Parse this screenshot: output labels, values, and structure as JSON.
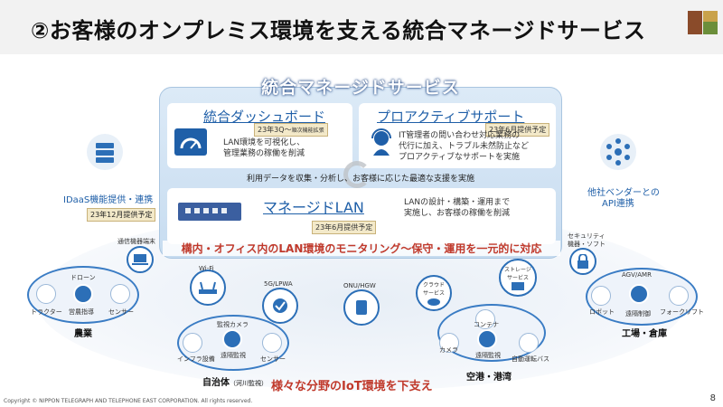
{
  "header": {
    "title": "②お客様のオンプレミス環境を支える統合マネージドサービス"
  },
  "service": {
    "title": "統合マネージドサービス",
    "center_text": "利用データを収集・分析し、お客様に応じた最適な支援を実施",
    "dashboard": {
      "title": "統合ダッシュボード",
      "badge_main": "23年3Q～",
      "badge_sub": "順次機能拡張",
      "desc1": "LAN環境を可視化し、",
      "desc2": "管理業務の稼働を削減"
    },
    "proactive": {
      "title": "プロアクティブサポート",
      "badge": "23年6月提供予定",
      "desc1": "IT管理者の問い合わせ対応業務の",
      "desc2": "代行に加え、トラブル未然防止など",
      "desc3": "プロアクティブなサポートを実施"
    },
    "managed_lan": {
      "title": "マネージドLAN",
      "badge": "23年6月提供予定",
      "desc1": "LANの設計・構築・運用まで",
      "desc2": "実施し、お客様の稼働を削減"
    }
  },
  "left": {
    "label": "IDaaS機能提供・連携",
    "badge": "23年12月提供予定"
  },
  "right": {
    "label1": "他社ベンダーとの",
    "label2": "API連携"
  },
  "banner": "構内・オフィス内のLAN環境のモニタリング～保守・運用を一元的に対応",
  "bottom_banner": "様々な分野のIoT環境を下支え",
  "devices": {
    "comm": "通信機器端末",
    "wifi": "Wi-Fi",
    "lpwa": "5G/LPWA",
    "onu": "ONU/HGW",
    "cloud1": "クラウド",
    "cloud2": "サービス",
    "storage1": "ストレージ",
    "storage2": "サービス",
    "security1": "セキュリティ",
    "security2": "機器・ソフト"
  },
  "clusters": {
    "agri": {
      "name": "農業",
      "drone": "ドローン",
      "tractor": "トラクター",
      "guide": "営農指導",
      "sensor": "センサー"
    },
    "city": {
      "name": "自治体",
      "sub": "（河川監視）",
      "camera": "監視カメラ",
      "infra": "インフラ設備",
      "remote": "遠隔監視",
      "sensor": "センサー"
    },
    "airport": {
      "name": "空港・港湾",
      "container": "コンテナ",
      "camera": "カメラ",
      "remote": "遠隔監視",
      "bus": "自動運転バス"
    },
    "factory": {
      "name": "工場・倉庫",
      "agv": "AGV/AMR",
      "robot": "ロボット",
      "control": "遠隔制御",
      "forklift": "フォークリフト"
    }
  },
  "footer": "Copyright © NIPPON TELEGRAPH AND TELEPHONE EAST CORPORATION. All rights reserved.",
  "page_number": "8"
}
